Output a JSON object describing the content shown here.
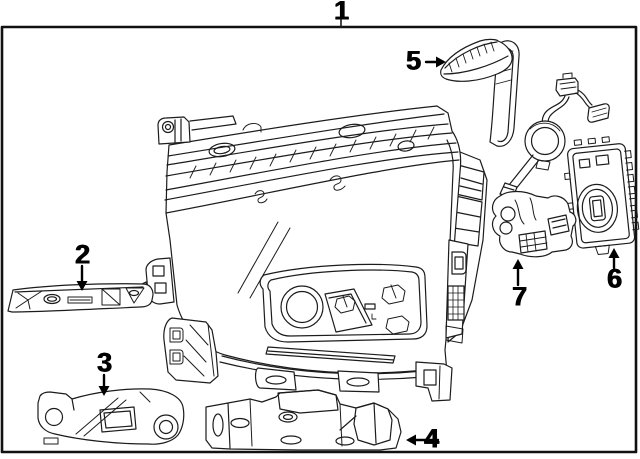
{
  "diagram": {
    "kind": "exploded-parts-line-drawing",
    "subject": "headlamp-assembly",
    "background_color": "#ffffff",
    "line_color": "#1c1c1c",
    "label_color": "#000000",
    "callouts": [
      {
        "label": "1",
        "points_to": "complete-assembly-boundary",
        "pointer": "tick-down"
      },
      {
        "label": "2",
        "points_to": "upper-mounting-bracket",
        "pointer": "arrow-down"
      },
      {
        "label": "3",
        "points_to": "lower-mounting-bracket",
        "pointer": "arrow-down"
      },
      {
        "label": "4",
        "points_to": "bottom-support-bracket",
        "pointer": "arrow-left"
      },
      {
        "label": "5",
        "points_to": "corner-trim-bracket",
        "pointer": "arrow-right"
      },
      {
        "label": "6",
        "points_to": "control-module",
        "pointer": "arrow-up"
      },
      {
        "label": "7",
        "points_to": "wiring-harness",
        "pointer": "arrow-up"
      }
    ]
  }
}
